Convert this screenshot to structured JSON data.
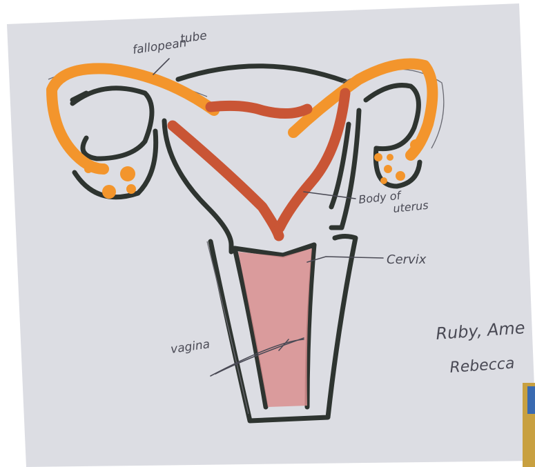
{
  "labels": {
    "fallopian_tube_line1": "fallopean",
    "fallopian_tube_line2": "tube",
    "body_of_uterus_line1": "Body of",
    "body_of_uterus_line2": "uterus",
    "cervix": "Cervix",
    "vagina": "vagina"
  },
  "names": {
    "line1": "Ruby, Ame",
    "line2": "Rebecca"
  },
  "colors": {
    "paper": "#dcdde3",
    "outline": "#2e3430",
    "clay_orange": "#f3952c",
    "clay_red": "#c95535",
    "vagina_fill": "#d98f8f",
    "pencil": "#4a4a55"
  }
}
